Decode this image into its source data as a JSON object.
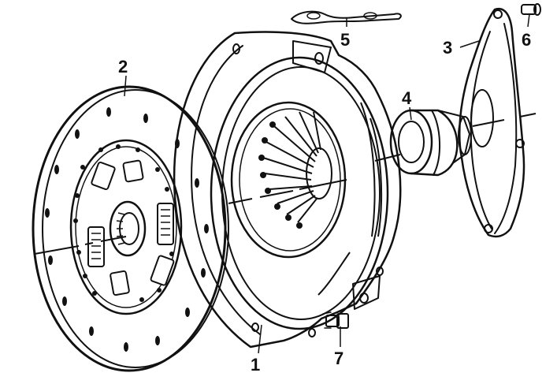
{
  "callouts": [
    {
      "id": "1",
      "text": "1"
    },
    {
      "id": "2",
      "text": "2"
    },
    {
      "id": "3",
      "text": "3"
    },
    {
      "id": "4",
      "text": "4"
    },
    {
      "id": "5",
      "text": "5"
    },
    {
      "id": "6",
      "text": "6"
    },
    {
      "id": "7",
      "text": "7"
    }
  ],
  "colors": {
    "ink": "#111111",
    "paper": "#ffffff"
  }
}
